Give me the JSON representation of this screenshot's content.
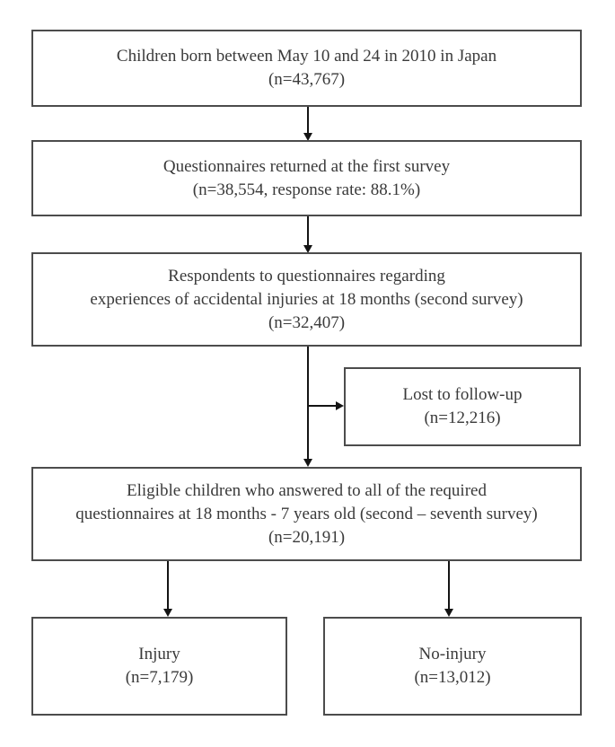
{
  "flowchart": {
    "type": "study-flow-diagram",
    "boxes": {
      "population": {
        "line1": "Children born between May 10 and 24 in 2010 in Japan",
        "line2": "(n=43,767)"
      },
      "first_survey": {
        "line1": "Questionnaires returned at the first survey",
        "line2": "(n=38,554, response rate: 88.1%)"
      },
      "second_survey": {
        "line1": "Respondents to questionnaires regarding",
        "line2": "experiences of accidental injuries at 18 months (second survey)",
        "line3": "(n=32,407)"
      },
      "lost_to_follow_up": {
        "line1": "Lost to follow-up",
        "line2": "(n=12,216)"
      },
      "eligible": {
        "line1": "Eligible children who answered to all of the required",
        "line2": "questionnaires at 18 months - 7 years old (second – seventh survey)",
        "line3": "(n=20,191)"
      },
      "injury": {
        "line1": "Injury",
        "line2": "(n=7,179)"
      },
      "no_injury": {
        "line1": "No-injury",
        "line2": "(n=13,012)"
      }
    },
    "colors": {
      "background": "#ffffff",
      "box_border": "#4c4c4c",
      "text": "#3a3a3a",
      "arrow": "#141414"
    }
  }
}
